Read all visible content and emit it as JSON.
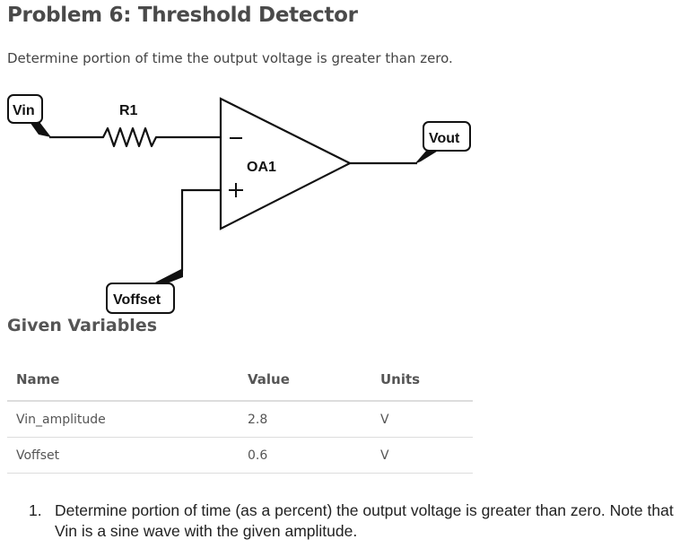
{
  "problem": {
    "title": "Problem 6: Threshold Detector",
    "subtitle": "Determine portion of time the output voltage is greater than zero."
  },
  "circuit": {
    "labels": {
      "vin": "Vin",
      "r1": "R1",
      "opamp": "OA1",
      "vout": "Vout",
      "voffset": "Voffset",
      "minus": "−",
      "plus": "+"
    },
    "colors": {
      "wire": "#111111",
      "tag_fill": "#ffffff"
    }
  },
  "given_variables": {
    "title": "Given Variables",
    "columns": [
      "Name",
      "Value",
      "Units"
    ],
    "rows": [
      {
        "name": "Vin_amplitude",
        "value": "2.8",
        "units": "V"
      },
      {
        "name": "Voffset",
        "value": "0.6",
        "units": "V"
      }
    ]
  },
  "questions": [
    {
      "number": "1.",
      "text": "Determine portion of time (as a percent) the output voltage is greater than zero.  Note that Vin is a sine wave with the given amplitude."
    }
  ]
}
